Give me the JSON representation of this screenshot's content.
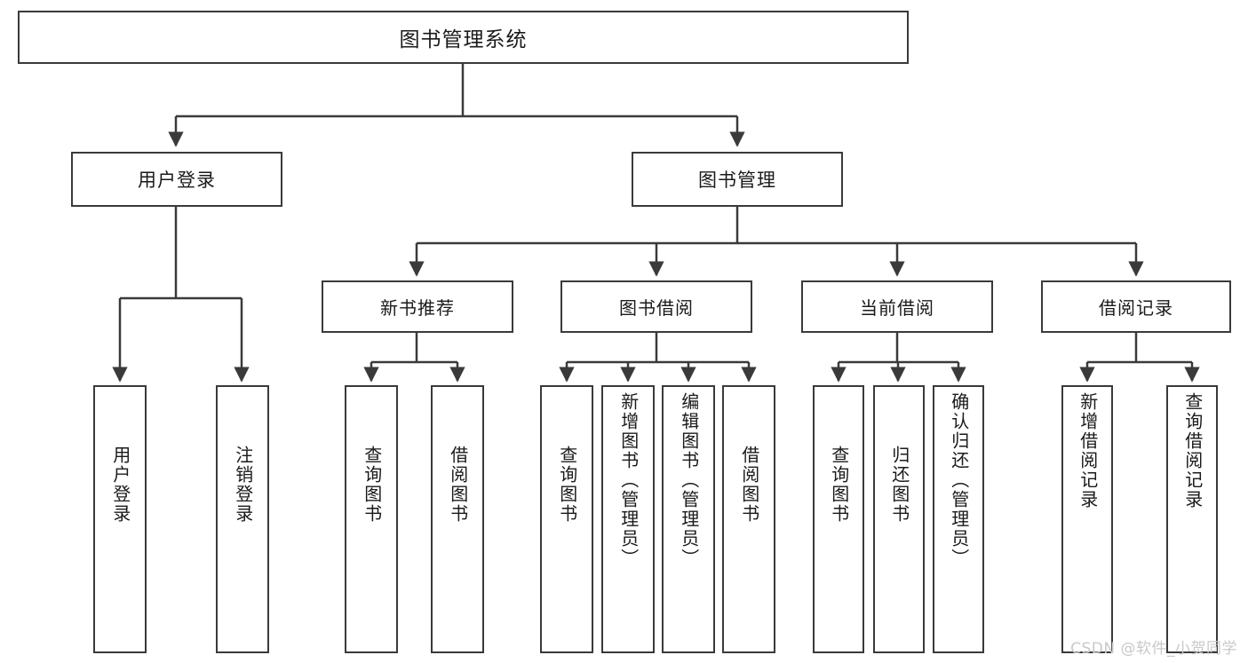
{
  "diagram": {
    "title": "图书管理系统",
    "type": "tree",
    "colors": {
      "box_border": "#3a3a3a",
      "box_fill": "#ffffff",
      "text": "#1a1a1a",
      "connector": "#3a3a3a",
      "watermark": "#c9c9c9",
      "background": "#ffffff"
    },
    "root": {
      "label": "图书管理系统"
    },
    "level2": [
      {
        "label": "用户登录"
      },
      {
        "label": "图书管理"
      }
    ],
    "level3": [
      {
        "label": "新书推荐"
      },
      {
        "label": "图书借阅"
      },
      {
        "label": "当前借阅"
      },
      {
        "label": "借阅记录"
      }
    ],
    "leaves": {
      "user_login": [
        {
          "label": "用户登录"
        },
        {
          "label": "注销登录"
        }
      ],
      "new_book_recommend": [
        {
          "label": "查询图书"
        },
        {
          "label": "借阅图书"
        }
      ],
      "book_borrow": [
        {
          "label": "查询图书"
        },
        {
          "label": "新增图书（管理员）"
        },
        {
          "label": "编辑图书（管理员）"
        },
        {
          "label": "借阅图书"
        }
      ],
      "current_borrow": [
        {
          "label": "查询图书"
        },
        {
          "label": "归还图书"
        },
        {
          "label": "确认归还（管理员）"
        }
      ],
      "borrow_record": [
        {
          "label": "新增借阅记录"
        },
        {
          "label": "查询借阅记录"
        }
      ]
    }
  },
  "watermark": {
    "text": "CSDN @软件_小贺同学"
  }
}
